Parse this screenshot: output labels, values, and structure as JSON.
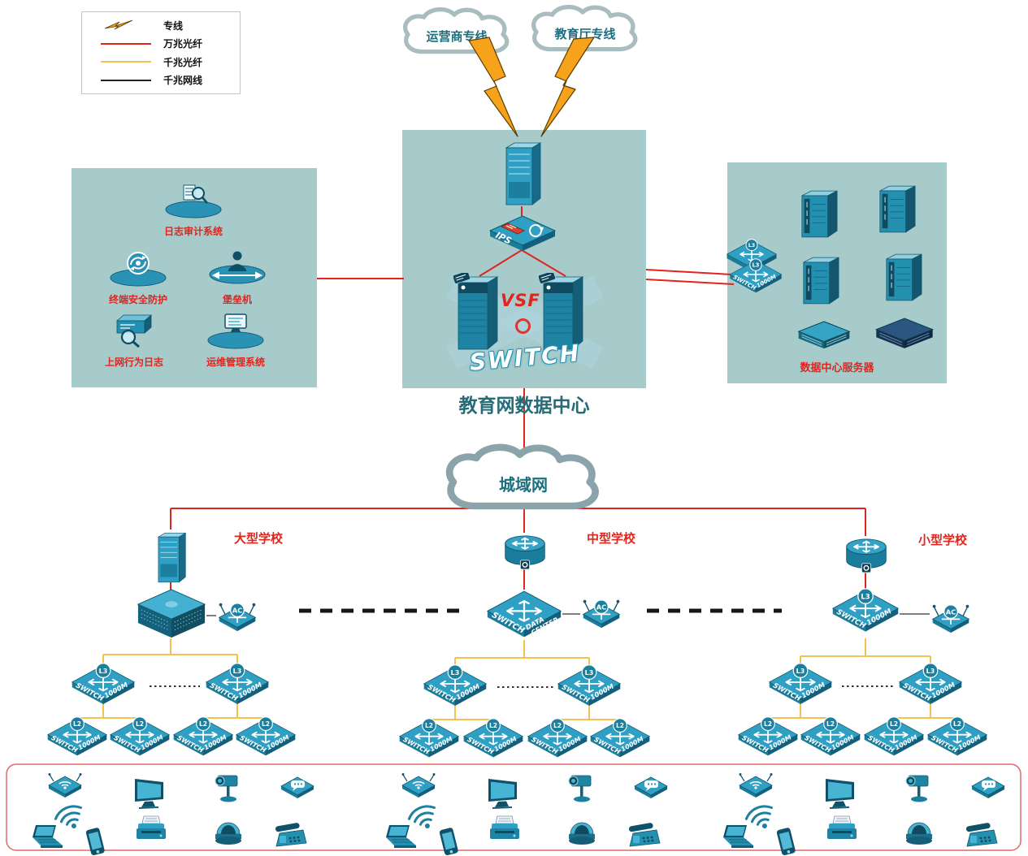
{
  "legend": {
    "items": [
      {
        "label": "专线",
        "type": "lightning",
        "color": "#f7a21b"
      },
      {
        "label": "万兆光纤",
        "type": "line",
        "color": "#e0251f"
      },
      {
        "label": "千兆光纤",
        "type": "line",
        "color": "#f2c14e"
      },
      {
        "label": "千兆网线",
        "type": "line",
        "color": "#222222"
      }
    ]
  },
  "clouds": {
    "carrier": "运营商专线",
    "education": "教育厅专线",
    "man": "城域网"
  },
  "datacenter": {
    "title": "教育网数据中心",
    "ips_label": "IPS",
    "vsf_label": "VSF",
    "ghost_switch_label": "SWITCH"
  },
  "security_panel": {
    "items": [
      "日志审计系统",
      "终端安全防护",
      "堡垒机",
      "上网行为日志",
      "运维管理系统"
    ]
  },
  "server_panel": {
    "title": "数据中心服务器"
  },
  "labels": {
    "switch": "SWITCH",
    "speed": "1000M",
    "l3": "L3",
    "l2": "L2",
    "ac": "AC",
    "data": "DATA",
    "center": "CENTER"
  },
  "schools": [
    {
      "name": "大型学校"
    },
    {
      "name": "中型学校"
    },
    {
      "name": "小型学校"
    }
  ]
}
